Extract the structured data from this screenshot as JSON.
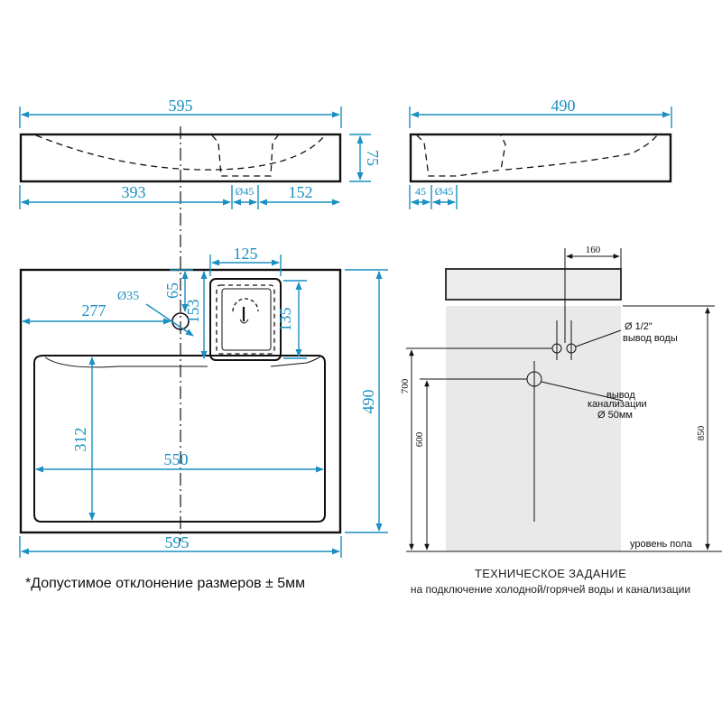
{
  "top_view": {
    "width": "595",
    "height": "75",
    "left_offset": "393",
    "drain_diameter": "Ø45",
    "right_offset": "152"
  },
  "side_view": {
    "depth": "490",
    "left_offset": "45",
    "drain_diameter": "Ø45"
  },
  "plan_view": {
    "tap_hole_diameter": "Ø35",
    "tap_hole_offset_y": "65",
    "tap_hole_offset_x": "277",
    "shelf_width": "125",
    "shelf_depth_outer": "153",
    "shelf_depth_inner": "135",
    "bowl_depth": "312",
    "bowl_width": "550",
    "total_depth": "490",
    "total_width": "595"
  },
  "install": {
    "offset_top": "160",
    "water_label_size": "Ø 1/2\"",
    "water_label": "вывод воды",
    "drain_label_1": "вывод",
    "drain_label_2": "канализации",
    "drain_size": "Ø 50мм",
    "height_water": "700",
    "height_drain": "600",
    "height_total": "850",
    "floor_label": "уровень пола"
  },
  "note": "*Допустимое отклонение размеров ± 5мм",
  "spec": {
    "title": "ТЕХНИЧЕСКОЕ ЗАДАНИЕ",
    "subtitle": "на подключение холодной/горячей воды и канализации"
  },
  "colors": {
    "dimension": "#1a8fc1",
    "outline": "#111111",
    "wall": "#e9e9e9"
  }
}
